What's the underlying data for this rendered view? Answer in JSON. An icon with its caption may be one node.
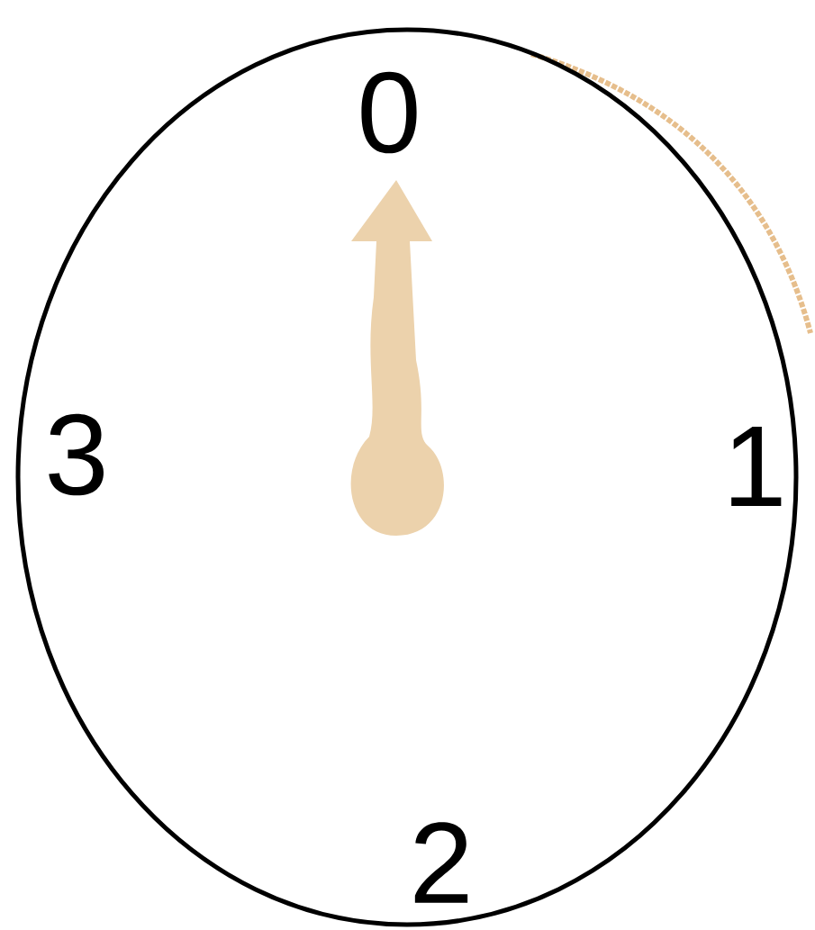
{
  "diagram": {
    "labels": [
      "0",
      "3",
      "1",
      "2"
    ]
  }
}
